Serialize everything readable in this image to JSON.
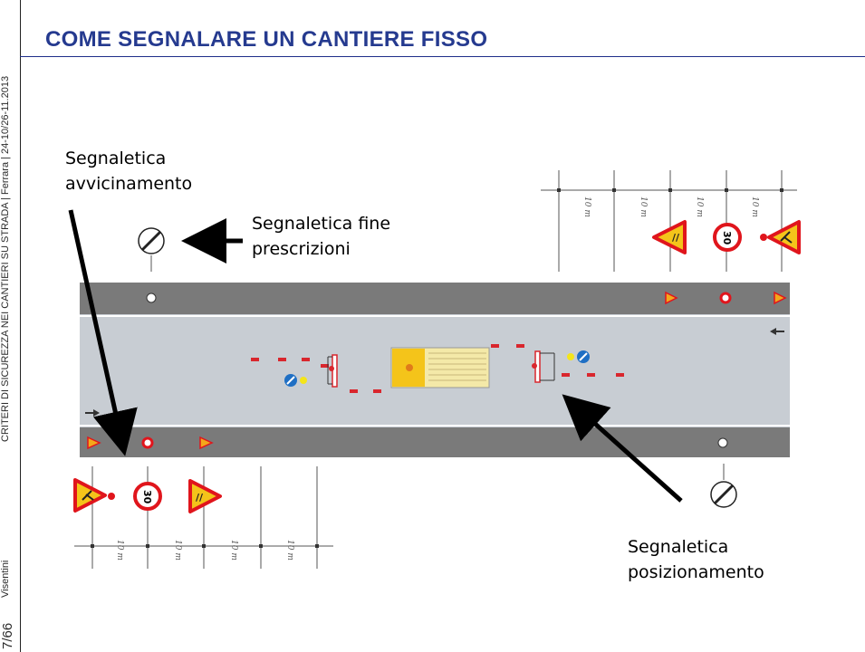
{
  "slide": {
    "title": "COME SEGNALARE UN CANTIERE FISSO",
    "footer_top": "CRITERI DI SICUREZZA NEI CANTIERI SU STRADA | Ferrara | 24-10/26-11.2013",
    "author": "Visentini",
    "page_number": "7/66"
  },
  "labels": {
    "approach_line1": "Segnaletica",
    "approach_line2": "avvicinamento",
    "end_line1": "Segnaletica fine",
    "end_line2": "prescrizioni",
    "position_line1": "Segnaletica",
    "position_line2": "posizionamento"
  },
  "diagram": {
    "distance_label": "10 m",
    "speed_limit": "30",
    "colors": {
      "road": "#7a7a7a",
      "lane": "#c8cdd3",
      "sign_red": "#e0151c",
      "sign_yellow": "#f4c41a",
      "blue": "#1f6fc4",
      "title": "#253a8f"
    }
  }
}
